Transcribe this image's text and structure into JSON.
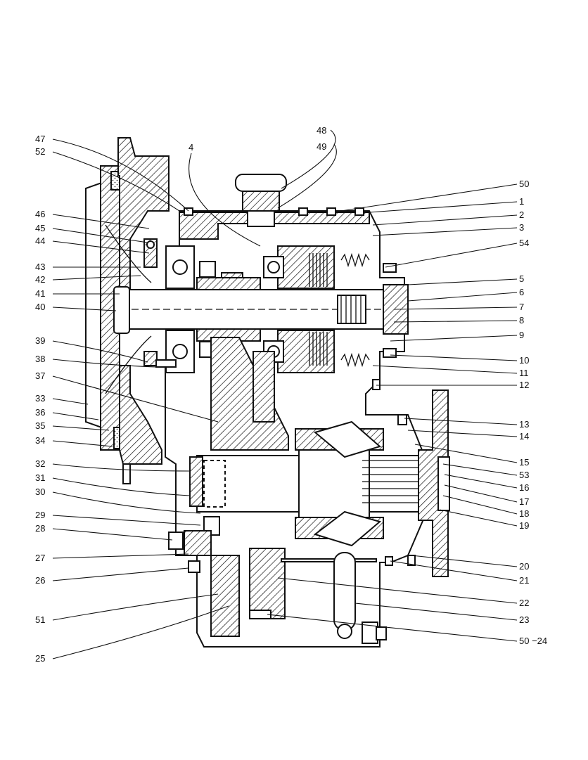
{
  "diagram": {
    "callouts_left": [
      "47",
      "52",
      "46",
      "45",
      "44",
      "43",
      "42",
      "41",
      "40",
      "39",
      "38",
      "37",
      "33",
      "36",
      "35",
      "34",
      "32",
      "31",
      "30",
      "29",
      "28",
      "27",
      "26",
      "51",
      "25"
    ],
    "callouts_right": [
      "50",
      "1",
      "2",
      "3",
      "54",
      "5",
      "6",
      "7",
      "8",
      "9",
      "10",
      "11",
      "12",
      "13",
      "14",
      "15",
      "53",
      "16",
      "17",
      "18",
      "19",
      "20",
      "21",
      "22",
      "23",
      "50 −24"
    ],
    "callouts_top": [
      "48",
      "49",
      "4"
    ]
  }
}
